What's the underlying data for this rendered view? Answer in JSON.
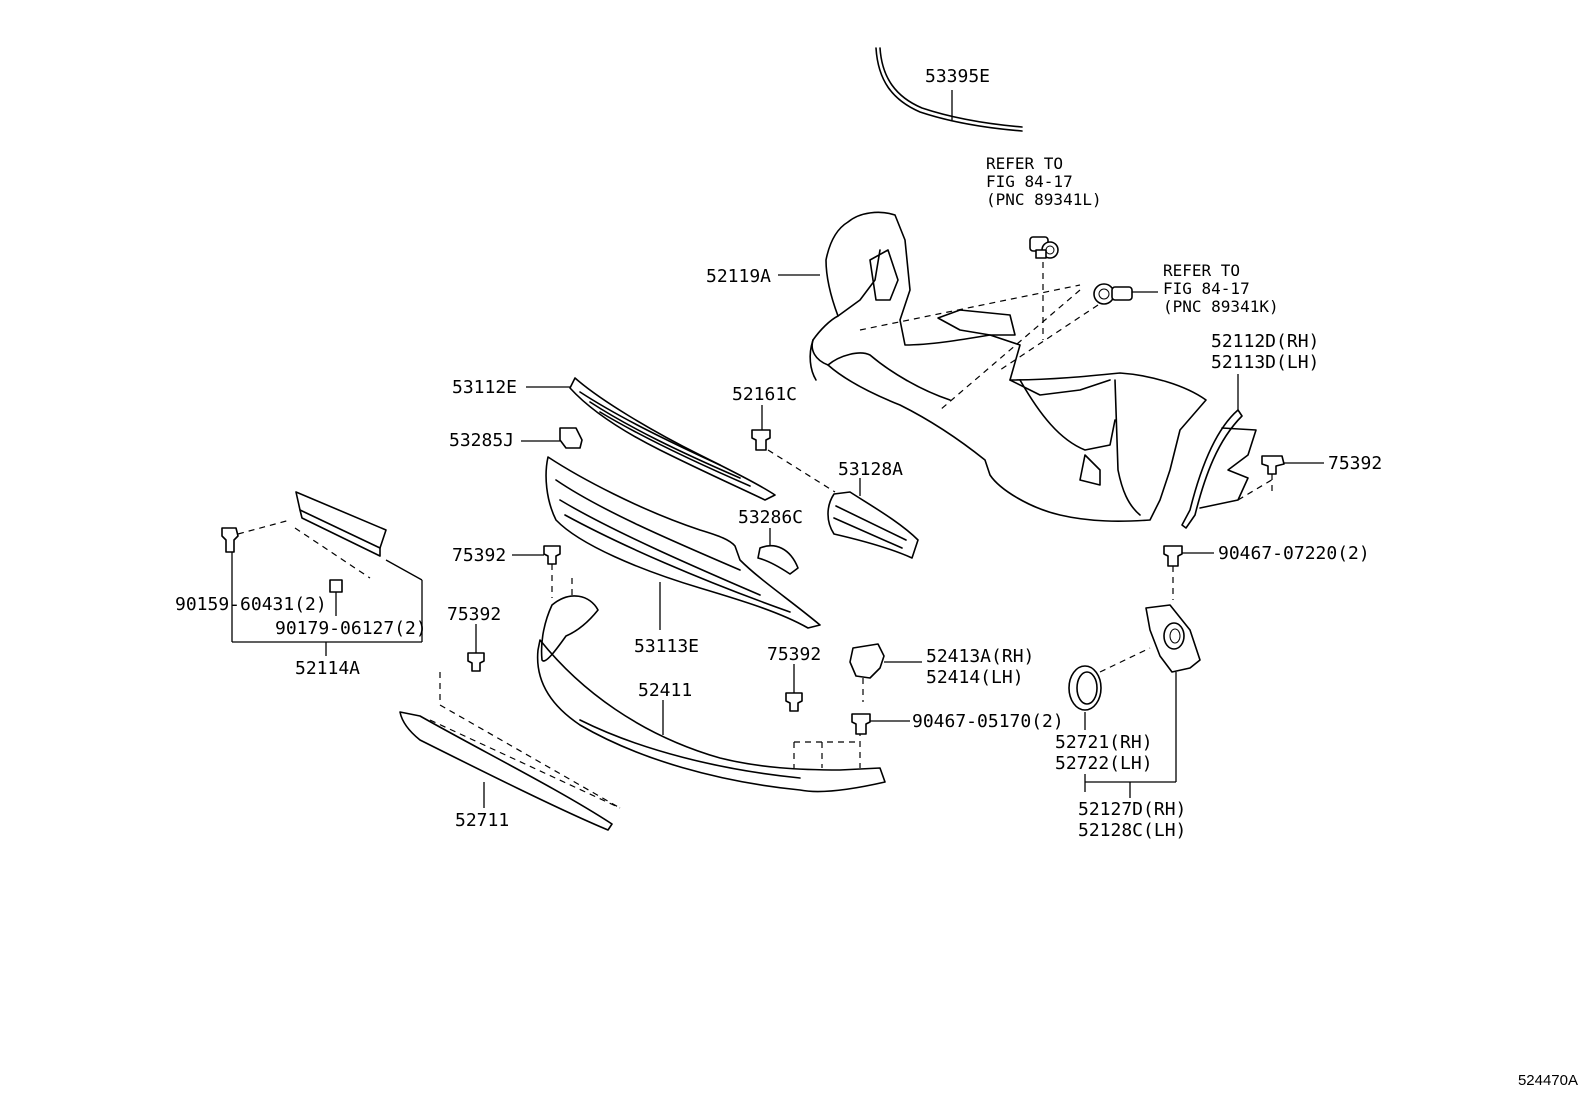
{
  "diagram_id": "524470A",
  "callouts": {
    "c53395E": "53395E",
    "refer1_l1": "REFER TO",
    "refer1_l2": "FIG 84-17",
    "refer1_l3": "(PNC 89341L)",
    "refer2_l1": "REFER TO",
    "refer2_l2": "FIG 84-17",
    "refer2_l3": "(PNC 89341K)",
    "c52119A": "52119A",
    "c52112D": "52112D(RH)",
    "c52113D": "52113D(LH)",
    "c53112E": "53112E",
    "c52161C": "52161C",
    "c53285J": "53285J",
    "c53128A": "53128A",
    "c75392_r": "75392",
    "c53286C": "53286C",
    "c90467_07220": "90467-07220(2)",
    "c75392_m": "75392",
    "c90159": "90159-60431(2)",
    "c90179": "90179-06127(2)",
    "c52114A": "52114A",
    "c75392_l": "75392",
    "c53113E": "53113E",
    "c75392_c": "75392",
    "c52413A": "52413A(RH)",
    "c52414": "52414(LH)",
    "c52411": "52411",
    "c90467_05170": "90467-05170(2)",
    "c52721": "52721(RH)",
    "c52722": "52722(LH)",
    "c52711": "52711",
    "c52127D": "52127D(RH)",
    "c52128C": "52128C(LH)"
  }
}
